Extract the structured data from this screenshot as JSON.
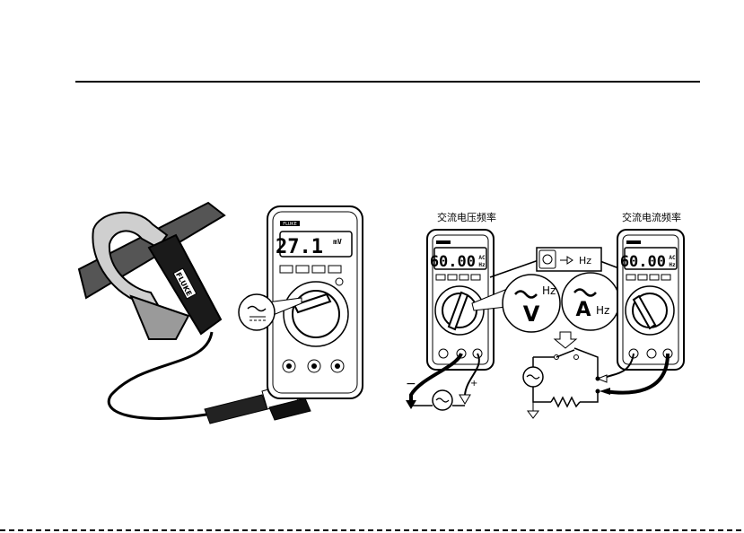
{
  "figure": {
    "left_panel": {
      "display_value": "27.1",
      "display_unit": "mV",
      "brand": "FLUKE",
      "clamp_text": "FLUKE"
    },
    "right_panel": {
      "left_caption": "交流电压频率",
      "right_caption": "交流电流频率",
      "left_display_value": "60.00",
      "right_display_value": "60.00",
      "display_unit_top": "AC",
      "display_unit_bottom": "Hz",
      "hz_button_label": "Hz",
      "volt_symbol": "V",
      "amp_symbol": "A",
      "hz_label": "Hz",
      "minus_sign": "−",
      "plus_sign": "+"
    }
  }
}
